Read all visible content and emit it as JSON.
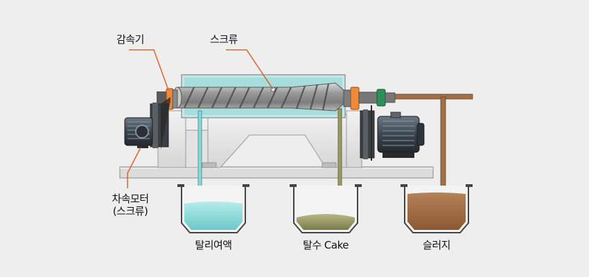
{
  "labels": {
    "reducer": "감속기",
    "screw": "스크류",
    "motor_line1": "차속모터",
    "motor_line2": "(스크류)",
    "tank_left": "탈리여액",
    "tank_mid": "탈수 Cake",
    "tank_right": "슬러지"
  },
  "colors": {
    "callout": "#e0622a",
    "liquid_blue": "#8ad8d8",
    "cake_olive": "#9a9a66",
    "sludge_brown": "#a0704a",
    "housing_teal": "#b9e3e3",
    "orange_ring": "#f0883a"
  }
}
